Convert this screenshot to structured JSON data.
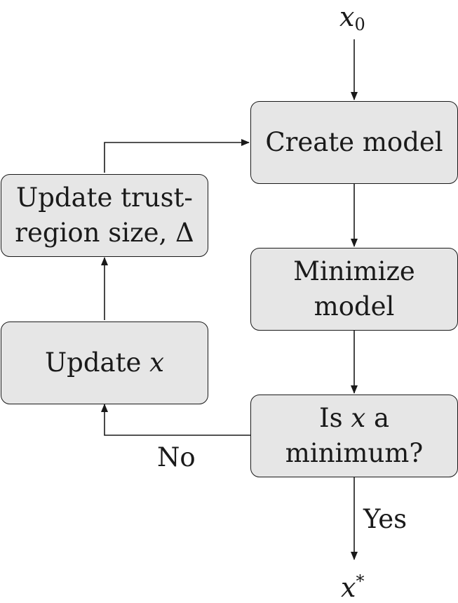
{
  "diagram": {
    "start": {
      "var": "x",
      "sub": "0"
    },
    "end": {
      "var": "x",
      "sup": "*"
    },
    "nodes": {
      "create_model": {
        "line1": "Create model"
      },
      "minimize_model": {
        "line1": "Minimize",
        "line2": "model"
      },
      "is_minimum": {
        "line1_pre": "Is ",
        "line1_var": "x",
        "line1_post": " a",
        "line2": "minimum?"
      },
      "update_x": {
        "text": "Update ",
        "var": "x"
      },
      "update_trust": {
        "line1": "Update trust-",
        "line2": "region size, Δ"
      }
    },
    "edges": {
      "yes_label": "Yes",
      "no_label": "No"
    }
  }
}
